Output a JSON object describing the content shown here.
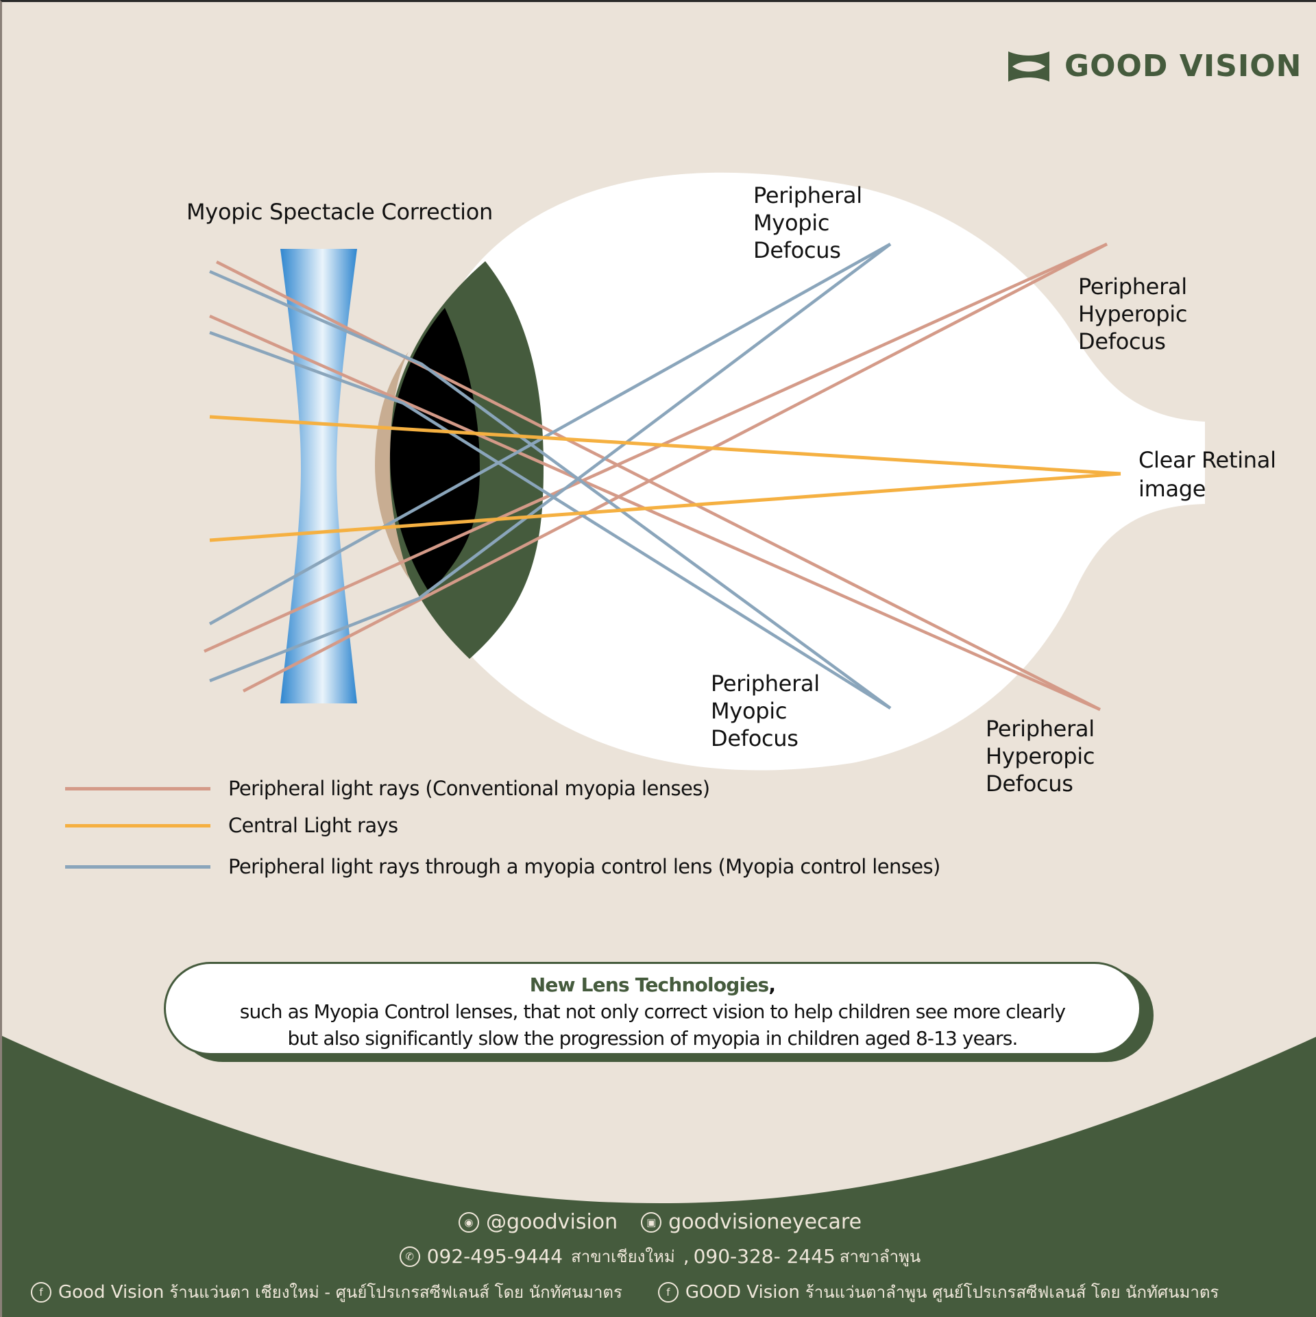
{
  "brand": {
    "name": "GOOD VISION",
    "logo_icon": "lens-hourglass-logo",
    "color": "#455b3d"
  },
  "diagram": {
    "lens_label": "Myopic Spectacle Correction",
    "labels": {
      "myopic_top": [
        "Peripheral",
        "Myopic",
        "Defocus"
      ],
      "hyperopic_top": [
        "Peripheral",
        "Hyperopic",
        "Defocus"
      ],
      "clear": [
        "Clear Retinal",
        "image"
      ],
      "myopic_bottom": [
        "Peripheral",
        "Myopic",
        "Defocus"
      ],
      "hyperopic_bottom": [
        "Peripheral",
        "Hyperopic",
        "Defocus"
      ]
    },
    "colors": {
      "background": "#ebe3d9",
      "eye": "#ffffff",
      "iris": "#455b3d",
      "pupil": "#000000",
      "cornea": "#c8ad92",
      "lens_edge": "#2f86cf",
      "lens_center": "#eaf4fb",
      "peripheral_conventional": "#d49a88",
      "central": "#f5b041",
      "peripheral_control": "#8aa5bb"
    }
  },
  "legend": [
    {
      "color": "#d49a88",
      "label": "Peripheral light rays",
      "note": "(Conventional myopia lenses)"
    },
    {
      "color": "#f5b041",
      "label": "Central Light rays",
      "note": ""
    },
    {
      "color": "#8aa5bb",
      "label": "Peripheral light rays through a myopia control lens",
      "note": "(Myopia control lenses)"
    }
  ],
  "callout": {
    "title": "New Lens Technologies",
    "title_suffix": ",",
    "line1": "such as Myopia Control lenses, that not only correct vision to help children see more clearly",
    "line2": "but also significantly slow the progression of myopia in children aged 8-13 years."
  },
  "footer": {
    "line_handle": "@goodvision",
    "instagram_handle": "goodvisioneyecare",
    "phone1": "092-495-9444",
    "branch1": "สาขาเชียงใหม่",
    "separator": ",",
    "phone2": "090-328- 2445",
    "branch2": "สาขาลำพูน",
    "fb1_name": "Good Vision",
    "fb1_desc": "ร้านแว่นตา เชียงใหม่ - ศูนย์โปรเกรสซีฟเลนส์ โดย นักทัศนมาตร",
    "fb2_name": "GOOD Vision",
    "fb2_desc": "ร้านแว่นตาลำพูน ศูนย์โปรเกรสซีฟเลนส์ โดย นักทัศนมาตร",
    "icons": {
      "line": "line-chat-icon",
      "instagram": "instagram-icon",
      "phone": "phone-icon",
      "facebook": "facebook-icon"
    }
  }
}
